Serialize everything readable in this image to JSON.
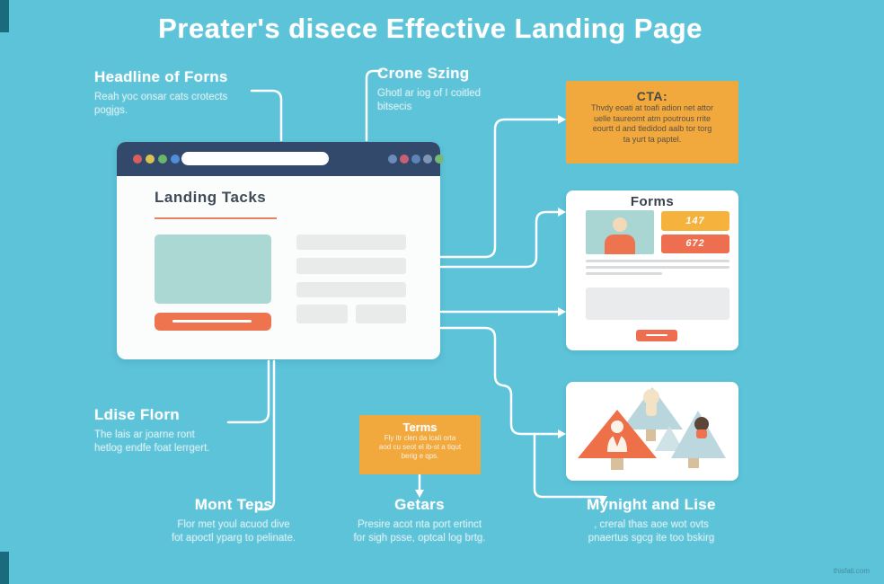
{
  "title": "Preater's disece Effective Landing Page",
  "colors": {
    "background": "#5cc3d8",
    "callout_orange": "#f1a83d",
    "accent_orange": "#ee7450",
    "browser_header_navy": "#33496b",
    "teal_placeholder": "#abd8d3",
    "white": "#ffffff"
  },
  "annotations": {
    "headline_forms": {
      "heading": "Headline of Forns",
      "lines": [
        "Reah yoc onsar cats crotects",
        "pogjgs."
      ]
    },
    "crone_szing": {
      "heading": "Crone Szing",
      "lines": [
        "Ghotl ar iog of I coitled",
        "bitsecis"
      ]
    },
    "ldise_florn": {
      "heading": "Ldise Florn",
      "lines": [
        "The lais ar joarne ront",
        "hetlog endfe foat lerrgert."
      ]
    },
    "mont_teps": {
      "heading": "Mont Teps",
      "lines": [
        "Flor met youl acuod dive",
        "fot apoctl yparg to pelinate."
      ]
    },
    "getars": {
      "heading": "Getars",
      "lines": [
        "Presire acot nta port ertinct",
        "for sigh psse, optcal log brtg."
      ]
    },
    "mynight": {
      "heading": "Mynight and Lise",
      "lines": [
        ", creral thas aoe wot ovts",
        "pnaertus sgcg ite too bskirg"
      ]
    }
  },
  "cta": {
    "title": "CTA:",
    "lines": [
      "Thvdy eoati at toafi adion net attor",
      "uelle taureomt atm poutrous rrite",
      "eourtt d and tledidod aalb tor torg",
      "ta yurt ta paptel."
    ]
  },
  "terms": {
    "title": "Terms",
    "lines": [
      "Fly itr clen da lcali orta",
      "aod cu seot el ib-st a tiqut",
      "berig e qps."
    ]
  },
  "browser": {
    "page_heading": "Landing Tacks"
  },
  "forms_card": {
    "title": "Forms",
    "button1": "147",
    "button2": "672"
  },
  "icons": {
    "window_controls": "window-control-dots",
    "avatar": "user-avatar-icon",
    "people": "person-triangle-figures"
  },
  "watermark": "thisfati.com"
}
